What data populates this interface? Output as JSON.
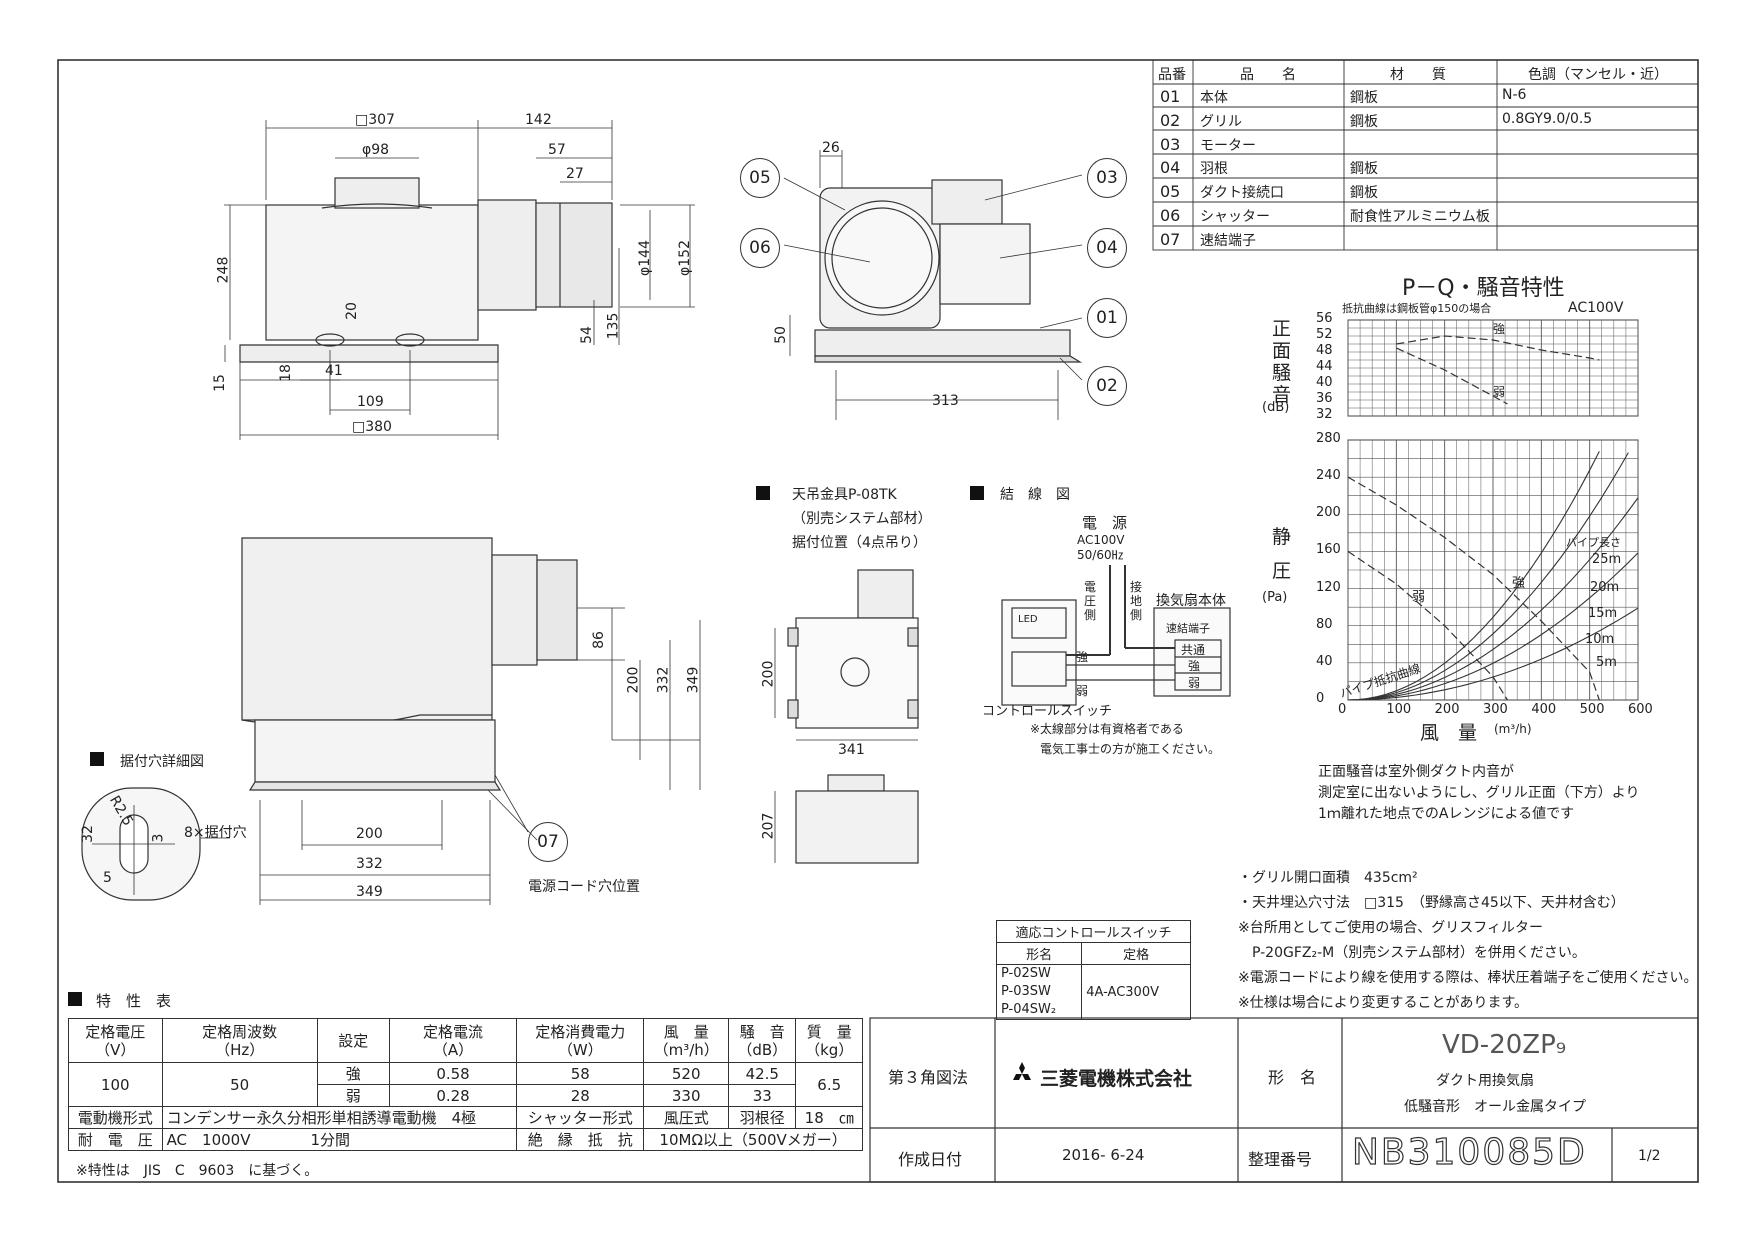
{
  "parts_table": {
    "headers": [
      "品番",
      "品　　名",
      "材　　質",
      "色調（マンセル・近）"
    ],
    "rows": [
      [
        "01",
        "本体",
        "鋼板",
        "N-6"
      ],
      [
        "02",
        "グリル",
        "鋼板",
        "0.8GY9.0/0.5"
      ],
      [
        "03",
        "モーター",
        "",
        ""
      ],
      [
        "04",
        "羽根",
        "鋼板",
        ""
      ],
      [
        "05",
        "ダクト接続口",
        "鋼板",
        ""
      ],
      [
        "06",
        "シャッター",
        "耐食性アルミニウム板",
        ""
      ],
      [
        "07",
        "速結端子",
        "",
        ""
      ]
    ]
  },
  "top_view_dims": {
    "sq307": "□307",
    "d142": "142",
    "d98": "φ98",
    "d57": "57",
    "d27": "27",
    "d248": "248",
    "d144": "φ144",
    "d152": "φ152",
    "d20": "20",
    "d54": "54",
    "d135": "135",
    "d15": "15",
    "d18": "18",
    "d41": "41",
    "d109": "109",
    "sq380": "□380"
  },
  "side_view_dims": {
    "d26": "26",
    "d50": "50",
    "d313": "313"
  },
  "callouts": [
    "05",
    "06",
    "03",
    "04",
    "01",
    "02",
    "07"
  ],
  "front_view_dims": {
    "d86": "86",
    "d200": "200",
    "d332": "332",
    "d349": "349",
    "b200": "200",
    "b332": "332",
    "b349": "349",
    "cord": "電源コード穴位置"
  },
  "hole_detail": {
    "title": "据付穴詳細図",
    "r": "R2.5",
    "d32": "32",
    "d3": "3",
    "d5": "5",
    "label": "8×据付穴"
  },
  "hanger": {
    "title": "天吊金具P-08TK",
    "sub1": "（別売システム部材）",
    "sub2": "据付位置（4点吊り）",
    "d200": "200",
    "d341": "341",
    "d207": "207"
  },
  "wiring": {
    "title": "結　線　図",
    "power": "電　源",
    "ac": "AC100V",
    "hz": "50/60㎐",
    "voltage_side": "電圧側",
    "ground_side": "接地側",
    "fan_body": "換気扇本体",
    "terminal": "速結端子",
    "t_common": "共通",
    "t_strong": "強",
    "t_weak": "弱",
    "strong": "強",
    "weak": "弱",
    "switch": "コントロールスイッチ",
    "led": "LED",
    "note1": "※太線部分は有資格者である",
    "note2": "電気工事士の方が施工ください。"
  },
  "ctrl_table": {
    "title": "適応コントロールスイッチ",
    "h_model": "形名",
    "h_rating": "定格",
    "models": [
      "P-02SW",
      "P-03SW",
      "P-04SW₂"
    ],
    "rating": "4A-AC300V"
  },
  "pq_chart": {
    "title": "P－Q・騒音特性",
    "note": "抵抗曲線は鋼板管φ150の場合",
    "ac": "AC100V",
    "noise_label": "正面騒音",
    "noise_unit": "(dB)",
    "sp_label": "静圧",
    "sp_unit": "(Pa)",
    "x_label": "風　量",
    "x_unit": "(m³/h)",
    "noise_ticks": [
      "56",
      "52",
      "48",
      "44",
      "40",
      "36",
      "32"
    ],
    "sp_ticks": [
      "280",
      "240",
      "200",
      "160",
      "120",
      "80",
      "40",
      "0"
    ],
    "x_ticks": [
      "0",
      "100",
      "200",
      "300",
      "400",
      "500",
      "600"
    ],
    "pipe_title": "パイプ長さ",
    "pipe_lengths": [
      "25m",
      "20m",
      "15m",
      "10m",
      "5m"
    ],
    "pipe_curve_label": "パイプ抵抗曲線",
    "strong": "強",
    "weak": "弱"
  },
  "chart_data": {
    "type": "line",
    "title": "P－Q・騒音特性",
    "xlabel": "風量 (m³/h)",
    "xlim": [
      0,
      600
    ],
    "panels": [
      {
        "ylabel": "正面騒音 (dB)",
        "ylim": [
          32,
          56
        ],
        "series": [
          {
            "name": "強",
            "x": [
              100,
              200,
              300,
              400,
              500,
              520
            ],
            "y": [
              50,
              52,
              51,
              48.5,
              46.5,
              46
            ]
          },
          {
            "name": "弱",
            "x": [
              100,
              200,
              300,
              330
            ],
            "y": [
              49,
              43.5,
              37,
              35
            ]
          }
        ]
      },
      {
        "ylabel": "静圧 (Pa)",
        "ylim": [
          0,
          280
        ],
        "series": [
          {
            "name": "強",
            "x": [
              0,
              100,
              200,
              300,
              400,
              500,
              520
            ],
            "y": [
              240,
              210,
              175,
              135,
              85,
              30,
              0
            ]
          },
          {
            "name": "弱",
            "x": [
              0,
              100,
              200,
              300,
              330
            ],
            "y": [
              160,
              125,
              80,
              25,
              0
            ]
          }
        ]
      }
    ]
  },
  "noise_note": [
    "正面騒音は室外側ダクト内音が",
    "測定室に出ないようにし、グリル正面（下方）より",
    "1ｍ離れた地点でのAレンジによる値です"
  ],
  "notes": [
    "・グリル開口面積　435cm²",
    "・天井埋込穴寸法　□315　（野縁高さ45以下、天井材含む）",
    "※台所用としてご使用の場合、グリスフィルター",
    "　P-20GFZ₂-M（別売システム部材）を併用ください。",
    "※電源コードにより線を使用する際は、棒状圧着端子をご使用ください。",
    "※仕様は場合により変更することがあります。"
  ],
  "spec": {
    "title": "特　性　表",
    "h": [
      "定格電圧\n（V）",
      "定格周波数\n（Hz）",
      "設定",
      "定格電流\n（A）",
      "定格消費電力\n（W）",
      "風　量\n（m³/h）",
      "騒　音\n（dB）",
      "質　量\n（kg）"
    ],
    "voltage": "100",
    "freq": "50",
    "mass": "6.5",
    "rows": [
      [
        "強",
        "0.58",
        "58",
        "520",
        "42.5"
      ],
      [
        "弱",
        "0.28",
        "28",
        "330",
        "33"
      ]
    ],
    "motor_l": "電動機形式",
    "motor_v": "コンデンサー永久分相形単相誘導電動機　4極",
    "shutter_l": "シャッター形式",
    "shutter_v": "風圧式",
    "blade_l": "羽根径",
    "blade_v": "18　㎝",
    "withstand_l": "耐　電　圧",
    "withstand_v": "AC　1000V　　　　1分間",
    "insul_l": "絶　縁　抵　抗",
    "insul_v": "10MΩ以上（500Vメガー）",
    "foot": "※特性は　JIS　C　9603　に基づく。"
  },
  "title_block": {
    "projection": "第３角図法",
    "company": "三菱電機株式会社",
    "name_label": "形　名",
    "model": "VD-20ZP₉",
    "desc1": "ダクト用換気扇",
    "desc2": "低騒音形　オール金属タイプ",
    "date_label": "作成日付",
    "date": "2016- 6-24",
    "num_label": "整理番号",
    "num": "NB310085D",
    "page": "1/2"
  }
}
